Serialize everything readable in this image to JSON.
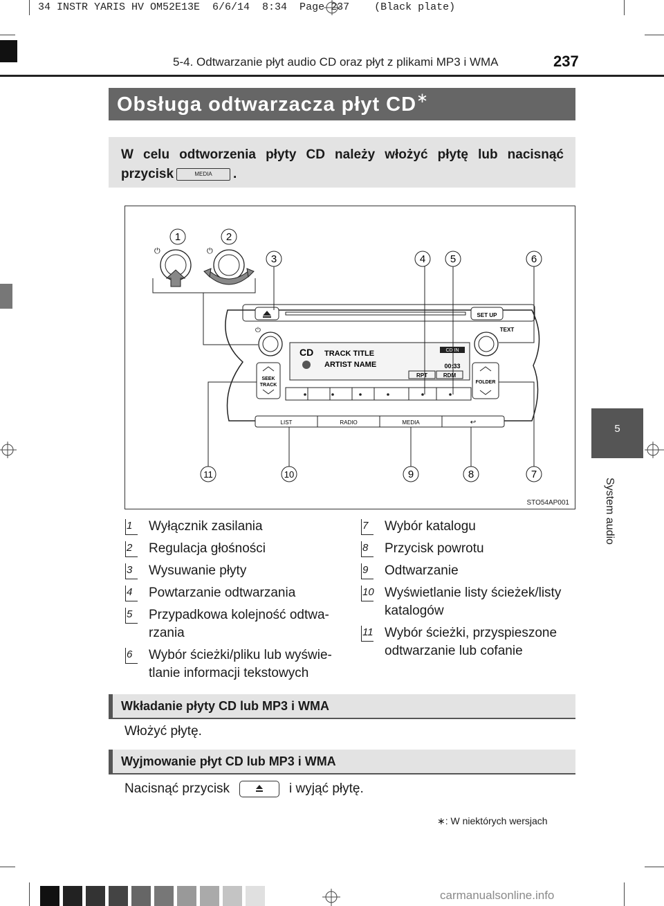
{
  "print_line": "34 INSTR YARIS HV OM52E13E  6/6/14  8:34  Page 237    (Black plate)",
  "header": {
    "title": "5-4. Odtwarzanie płyt audio CD oraz płyt z plikami MP3 i WMA",
    "page": "237"
  },
  "chapter": {
    "number": "5",
    "label": "System audio"
  },
  "title": {
    "text": "Obsługa odtwarzacza płyt CD",
    "marker": "∗"
  },
  "intro": {
    "text_before": "W celu odtworzenia płyty CD należy włożyć płytę lub nacisnąć przycisk",
    "key_label": "MEDIA",
    "text_after": "."
  },
  "figure": {
    "code": "STO54AP001",
    "callouts": [
      "1",
      "2",
      "3",
      "4",
      "5",
      "6",
      "7",
      "8",
      "9",
      "10",
      "11"
    ],
    "unit": {
      "setup": "SET UP",
      "text": "TEXT",
      "seek": "SEEK",
      "track": "TRACK",
      "folder": "FOLDER",
      "display_cd": "CD",
      "display_track": "TRACK TITLE",
      "display_artist": "ARTIST NAME",
      "display_mode": "CD IN",
      "display_time": "00:33",
      "display_rpt": "RPT",
      "display_rdm": "RDM",
      "btn_list": "LIST",
      "btn_radio": "RADIO",
      "btn_media": "MEDIA"
    }
  },
  "legend": {
    "left": [
      {
        "num": "1",
        "text": "Wyłącznik zasilania"
      },
      {
        "num": "2",
        "text": "Regulacja głośności"
      },
      {
        "num": "3",
        "text": "Wysuwanie płyty"
      },
      {
        "num": "4",
        "text": "Powtarzanie odtwarzania"
      },
      {
        "num": "5",
        "line1": "Przypadkowa kolejność odtwa-",
        "line2": "rzania"
      },
      {
        "num": "6",
        "line1": "Wybór ścieżki/pliku lub wyświe-",
        "line2": "tlanie informacji tekstowych"
      }
    ],
    "right": [
      {
        "num": "7",
        "text": "Wybór katalogu"
      },
      {
        "num": "8",
        "text": "Przycisk powrotu"
      },
      {
        "num": "9",
        "text": "Odtwarzanie"
      },
      {
        "num": "10",
        "line1": "Wyświetlanie listy ścieżek/listy",
        "line2": "katalogów"
      },
      {
        "num": "11",
        "line1": "Wybór ścieżki, przyspieszone",
        "line2": "odtwarzanie lub cofanie"
      }
    ]
  },
  "sections": [
    {
      "heading": "Wkładanie płyty CD lub MP3 i WMA",
      "text": "Włożyć płytę."
    },
    {
      "heading": "Wyjmowanie płyt CD lub MP3 i WMA",
      "text_before": "Nacisnąć przycisk",
      "text_after": "i wyjąć płytę."
    }
  ],
  "footnote": {
    "marker": "∗",
    "text": ": W niektórych wersjach"
  },
  "watermark": "carmanualsonline.info",
  "colors": {
    "title_bar": "#666666",
    "box_gray": "#e3e3e3",
    "chapter_tab": "#555555"
  }
}
